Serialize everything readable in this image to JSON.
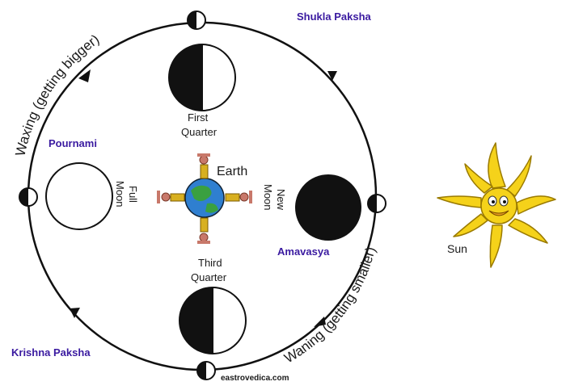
{
  "labels": {
    "shukla": "Shukla Paksha",
    "krishna": "Krishna Paksha",
    "pournami": "Pournami",
    "amavasya": "Amavasya",
    "waxing": "Waxing (getting bigger)",
    "waning": "Waning (getting smaller)",
    "first_quarter_line1": "First",
    "first_quarter_line2": "Quarter",
    "third_quarter_line1": "Third",
    "third_quarter_line2": "Quarter",
    "full_moon_line1": "Full",
    "full_moon_line2": "Moon",
    "new_moon_line1": "New",
    "new_moon_line2": "Moon",
    "earth": "Earth",
    "sun": "Sun",
    "watermark": "eastrovedica.com"
  },
  "colors": {
    "orbit": "#111111",
    "moon_dark": "#111111",
    "moon_light": "#ffffff",
    "sun_yellow": "#f5d21a",
    "sun_outline": "#9a7a00",
    "earth_blue": "#2f7fd0",
    "earth_green": "#3aa040",
    "accent_purple": "#3a1aa0"
  },
  "icons": [
    "sun-icon",
    "earth-icon",
    "moon-phase-icon",
    "direction-arrow-icon"
  ]
}
